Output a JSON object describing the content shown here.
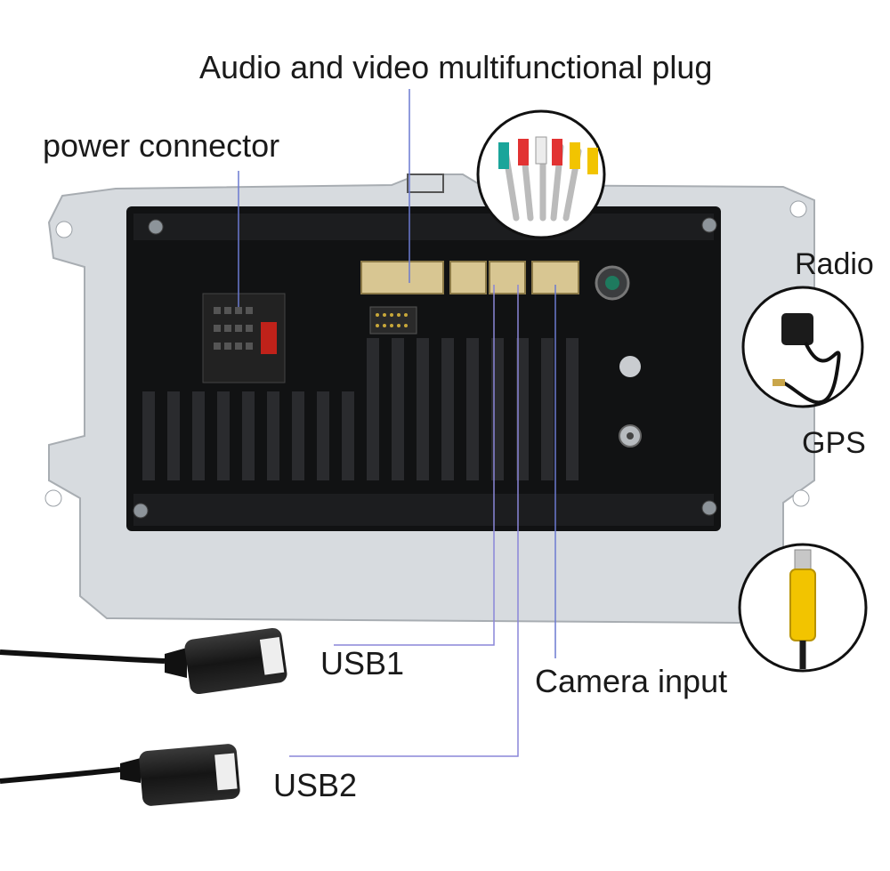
{
  "labels": {
    "av_plug": "Audio and video multifunctional plug",
    "power": "power connector",
    "radio": "Radio",
    "gps": "GPS",
    "usb1": "USB1",
    "usb2": "USB2",
    "camera": "Camera input"
  },
  "colors": {
    "chassis": "#d5d9dd",
    "unit_body": "#111213",
    "connector": "#d8c692",
    "leader_line": "#6b7ad0",
    "fuse": "#c0221a",
    "rca_yellow": "#f2c400"
  },
  "icons": [
    "rca-cable-icon",
    "gps-antenna-icon",
    "rca-yellow-plug-icon",
    "usb-cable-icon"
  ]
}
